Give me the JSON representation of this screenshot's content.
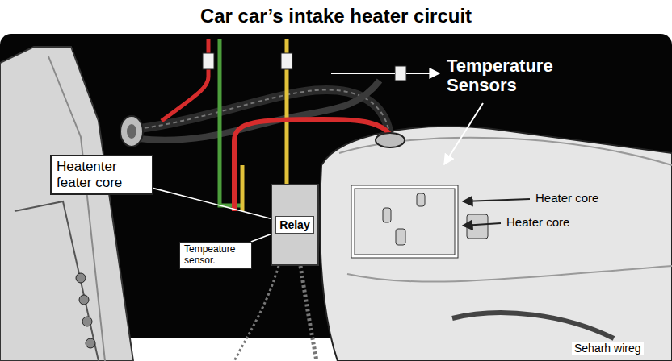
{
  "diagram": {
    "title": "Car car’s intake heater circuit",
    "nodes": [
      {
        "text": [
          "Heatenter feater core"
        ]
      },
      {
        "text": [
          "Relay"
        ]
      },
      {
        "text": [
          "Tempeature sensor."
        ]
      }
    ],
    "edges": [
      {
        "from": 0,
        "to": 1,
        "arrow": "none"
      },
      {
        "from": 2,
        "to": 1,
        "arrow": "none"
      }
    ],
    "labels": [
      "Temperature Sensors",
      "Heater core",
      "Heater core",
      "Seharh wireg"
    ]
  }
}
